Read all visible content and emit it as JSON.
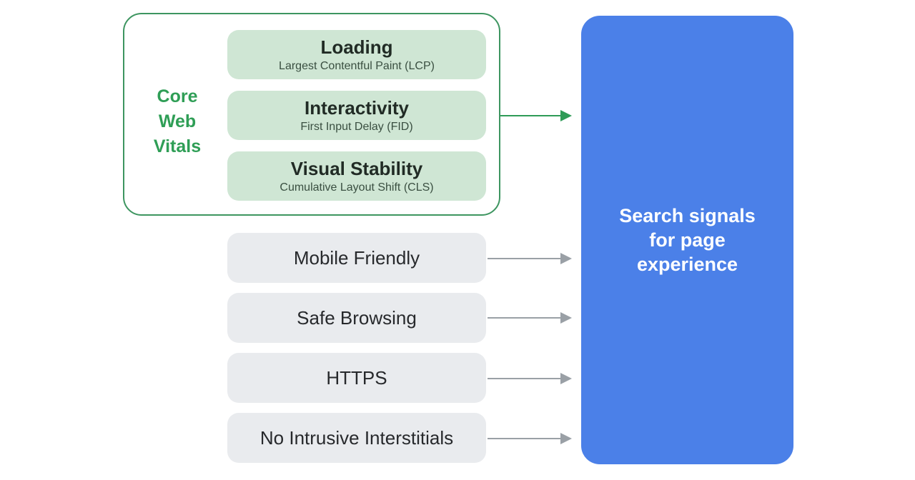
{
  "core_web_vitals": {
    "label": "Core Web Vitals",
    "items": [
      {
        "title": "Loading",
        "subtitle": "Largest Contentful Paint (LCP)"
      },
      {
        "title": "Interactivity",
        "subtitle": "First Input Delay (FID)"
      },
      {
        "title": "Visual Stability",
        "subtitle": "Cumulative Layout Shift (CLS)"
      }
    ]
  },
  "other_signals": [
    {
      "label": "Mobile Friendly"
    },
    {
      "label": "Safe Browsing"
    },
    {
      "label": "HTTPS"
    },
    {
      "label": "No Intrusive Interstitials"
    }
  ],
  "result_box": {
    "label": "Search signals for page experience"
  },
  "colors": {
    "green_border": "#3d9560",
    "green_label_text": "#2f9e56",
    "green_pill_fill": "#cfe6d4",
    "green_pill_title_text": "#212b25",
    "green_pill_subtitle_text": "#3a4f41",
    "green_arrow": "#2f9b57",
    "gray_pill_fill": "#e9ebee",
    "gray_pill_text": "#27292c",
    "gray_arrow": "#9aa0a6",
    "blue_box_fill": "#4b80e8",
    "blue_box_text": "#ffffff",
    "background": "#ffffff"
  }
}
